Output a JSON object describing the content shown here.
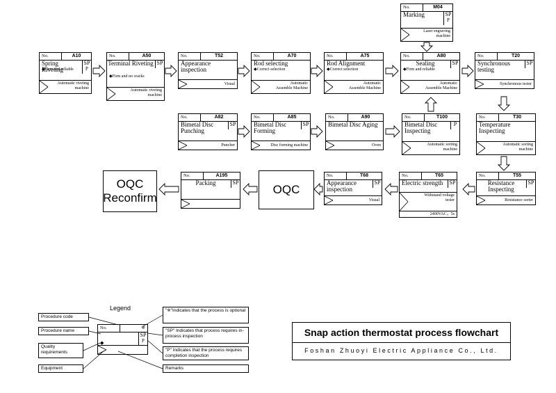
{
  "no_label": "No.",
  "processes": [
    {
      "id": "a10",
      "code": "A10",
      "name": "Spring Riveting",
      "quality": "◆Firm and reliable",
      "flags": [
        "SP",
        "P"
      ],
      "equipment": [
        "Automatic riveting",
        "machine"
      ]
    },
    {
      "id": "a50",
      "code": "A50",
      "name": "Terminal Riveting",
      "quality": "◆Firm and no cracks",
      "flags": [
        "SP"
      ],
      "equipment": [
        "Automatic riveting",
        "machine"
      ]
    },
    {
      "id": "t52",
      "code": "T52",
      "name": "Appearance inspection",
      "quality": "",
      "flags": [],
      "remark": "Visual"
    },
    {
      "id": "a70",
      "code": "A70",
      "name": "Rod selecting",
      "quality": "◆Correct selection",
      "flags": [],
      "equipment": [
        "Automatic",
        "Assemble Machine"
      ]
    },
    {
      "id": "a75",
      "code": "A75",
      "name": "Rod Alignment",
      "quality": "◆Correct selection",
      "flags": [],
      "equipment": [
        "Automatic",
        "Assemble Machine"
      ]
    },
    {
      "id": "a80",
      "code": "A80",
      "name": "Sealing",
      "quality": "◆Firm and reliable",
      "flags": [
        "SP"
      ],
      "equipment": [
        "Automatic",
        "Assemble Machine"
      ]
    },
    {
      "id": "t20",
      "code": "T20",
      "name": "Synchronous testing",
      "quality": "",
      "flags": [
        "SP"
      ],
      "remark": "Synchronous tester"
    },
    {
      "id": "m04",
      "code": "M04",
      "name": "Marking",
      "quality": "",
      "flags": [
        "SP",
        "P"
      ],
      "equipment": [
        "Laser engraving",
        "machine"
      ]
    },
    {
      "id": "a82",
      "code": "A82",
      "name": "Bimetal Disc Punching",
      "quality": "",
      "flags": [
        "SP"
      ],
      "remark": "Puncher"
    },
    {
      "id": "a85",
      "code": "A85",
      "name": "Bimetal Disc Forming",
      "quality": "",
      "flags": [
        "SP"
      ],
      "remark": "Disc forming machine"
    },
    {
      "id": "a90",
      "code": "A90",
      "name": "Bimetal Disc Aging",
      "quality": "",
      "flags": [],
      "remark": "Oven"
    },
    {
      "id": "t100",
      "code": "T100",
      "name": "Bimetal Disc Inspecting",
      "quality": "",
      "flags": [
        "P"
      ],
      "equipment": [
        "Automatic sorting",
        "machine"
      ]
    },
    {
      "id": "t30",
      "code": "T30",
      "name": "Temperature Inspecting",
      "quality": "",
      "flags": [],
      "equipment": [
        "Automatic sorting",
        "machine"
      ]
    },
    {
      "id": "t55",
      "code": "T55",
      "name": "Resistance Inspecting",
      "quality": "",
      "flags": [
        "SP"
      ],
      "remark": "Resistance sorter"
    },
    {
      "id": "t65",
      "code": "T65",
      "name": "Electric strength",
      "quality": "",
      "flags": [
        "SP"
      ],
      "equipment": [
        "Withstand voltage",
        "tester"
      ],
      "extra": "2400VAC，5s"
    },
    {
      "id": "t68",
      "code": "T68",
      "name": "Appearance inspection",
      "quality": "",
      "flags": [
        "SP"
      ],
      "remark": "Visual"
    },
    {
      "id": "a195",
      "code": "A195",
      "name": "Packing",
      "quality": "",
      "flags": [
        "SP"
      ],
      "remark": ""
    }
  ],
  "oqc": "OQC",
  "oqc_reconfirm": [
    "OQC",
    "Reconfirm"
  ],
  "legend": {
    "title": "Legend",
    "procedure_code": "Procedure code",
    "procedure_name": "Procedure name",
    "quality": "Quality requirements",
    "equipment": "Equipment",
    "optional_mark": "※",
    "diamond": "◆",
    "sp": "SP",
    "p": "P",
    "note_optional": "\"※\"Indicates that the process is optional",
    "note_sp": "\"SP\" Indicates that process requires in-process inspection",
    "note_p": "\"P\" Indicates that the process requires completion inspection",
    "remarks": "Remarks"
  },
  "title": "Snap action thermostat process flowchart",
  "company": "Foshan Zhuoyi Electric Appliance Co., Ltd."
}
